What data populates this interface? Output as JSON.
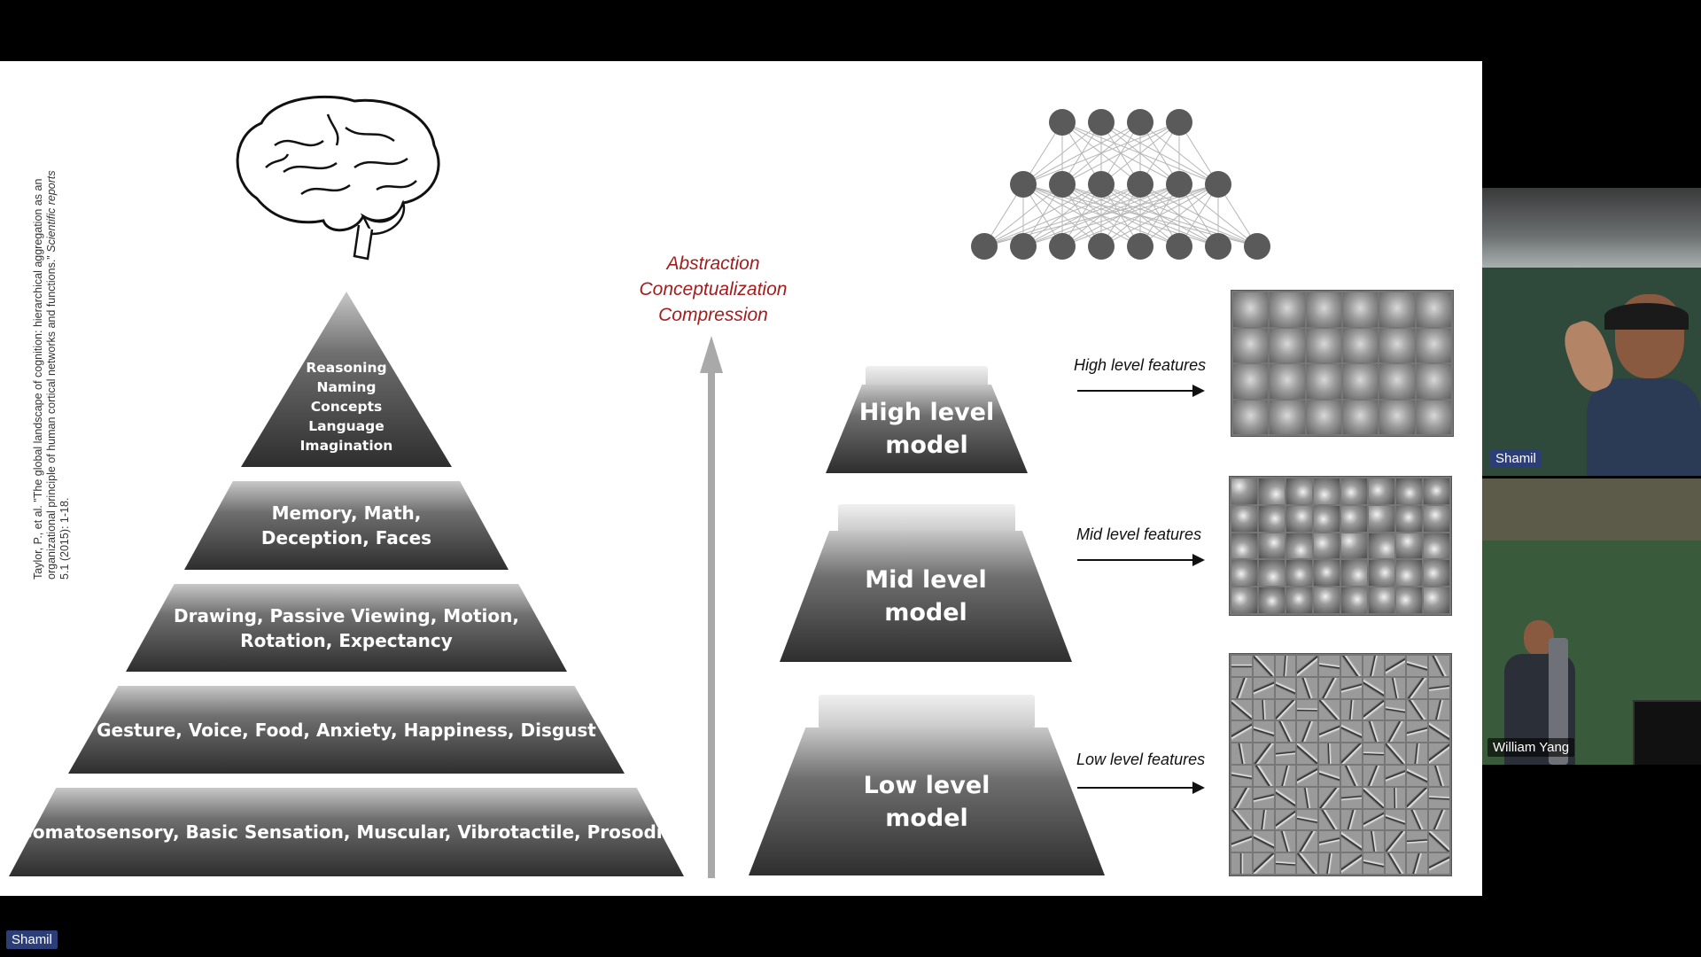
{
  "citation": {
    "text": "Taylor, P., et al. \"The global landscape of cognition: hierarchical aggregation as an organizational principle of human cortical networks and functions.\"",
    "journal": "Scientific reports",
    "details": "5.1 (2015): 1-18."
  },
  "pyramid": {
    "tier1": [
      "Reasoning",
      "Naming",
      "Concepts",
      "Language",
      "Imagination"
    ],
    "tier2": [
      "Memory, Math,",
      "Deception, Faces"
    ],
    "tier3": [
      "Drawing, Passive Viewing, Motion,",
      "Rotation, Expectancy"
    ],
    "tier4": "Gesture, Voice, Food, Anxiety, Happiness, Disgust",
    "tier5": "Somatosensory, Basic Sensation, Muscular, Vibrotactile, Prosodic"
  },
  "concepts": [
    "Abstraction",
    "Conceptualization",
    "Compression"
  ],
  "models": {
    "high": [
      "High level",
      "model"
    ],
    "mid": [
      "Mid level",
      "model"
    ],
    "low": [
      "Low level",
      "model"
    ]
  },
  "features": {
    "high": "High level features",
    "mid": "Mid level features",
    "low": "Low level features"
  },
  "participants": {
    "top_name": "Shamil",
    "bottom_name": "William Yang",
    "self_name": "Shamil"
  },
  "colors": {
    "accent_red": "#a31d1d",
    "name_tag_bg": "#2c3e78"
  }
}
